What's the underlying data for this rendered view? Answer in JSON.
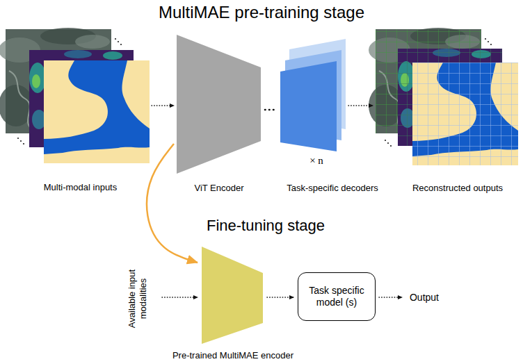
{
  "diagram": {
    "title": "MultiMAE pre-training stage",
    "nodes": [
      {
        "text": [
          "Multi-modal inputs"
        ]
      },
      {
        "text": [
          "ViT Encoder"
        ]
      },
      {
        "text": [
          "× n",
          "Task-specific decoders"
        ]
      },
      {
        "text": [
          "Reconstructed outputs"
        ]
      },
      {
        "text": [
          "Available input modalities"
        ]
      },
      {
        "text": [
          "Pre-trained MultiMAE encoder"
        ]
      },
      {
        "text": [
          "Task specific model (s)"
        ]
      },
      {
        "text": [
          "Output"
        ]
      }
    ],
    "edges": [
      {
        "from": 0,
        "to": 1,
        "arrow": "to"
      },
      {
        "from": 1,
        "to": 2,
        "arrow": "none"
      },
      {
        "from": 2,
        "to": 3,
        "arrow": "to"
      },
      {
        "from": 1,
        "to": 5,
        "arrow": "to"
      },
      {
        "from": 4,
        "to": 5,
        "arrow": "to"
      },
      {
        "from": 5,
        "to": 6,
        "arrow": "to"
      },
      {
        "from": 6,
        "to": 7,
        "arrow": "to"
      }
    ],
    "labels": [
      "Fine-tuning stage"
    ]
  }
}
